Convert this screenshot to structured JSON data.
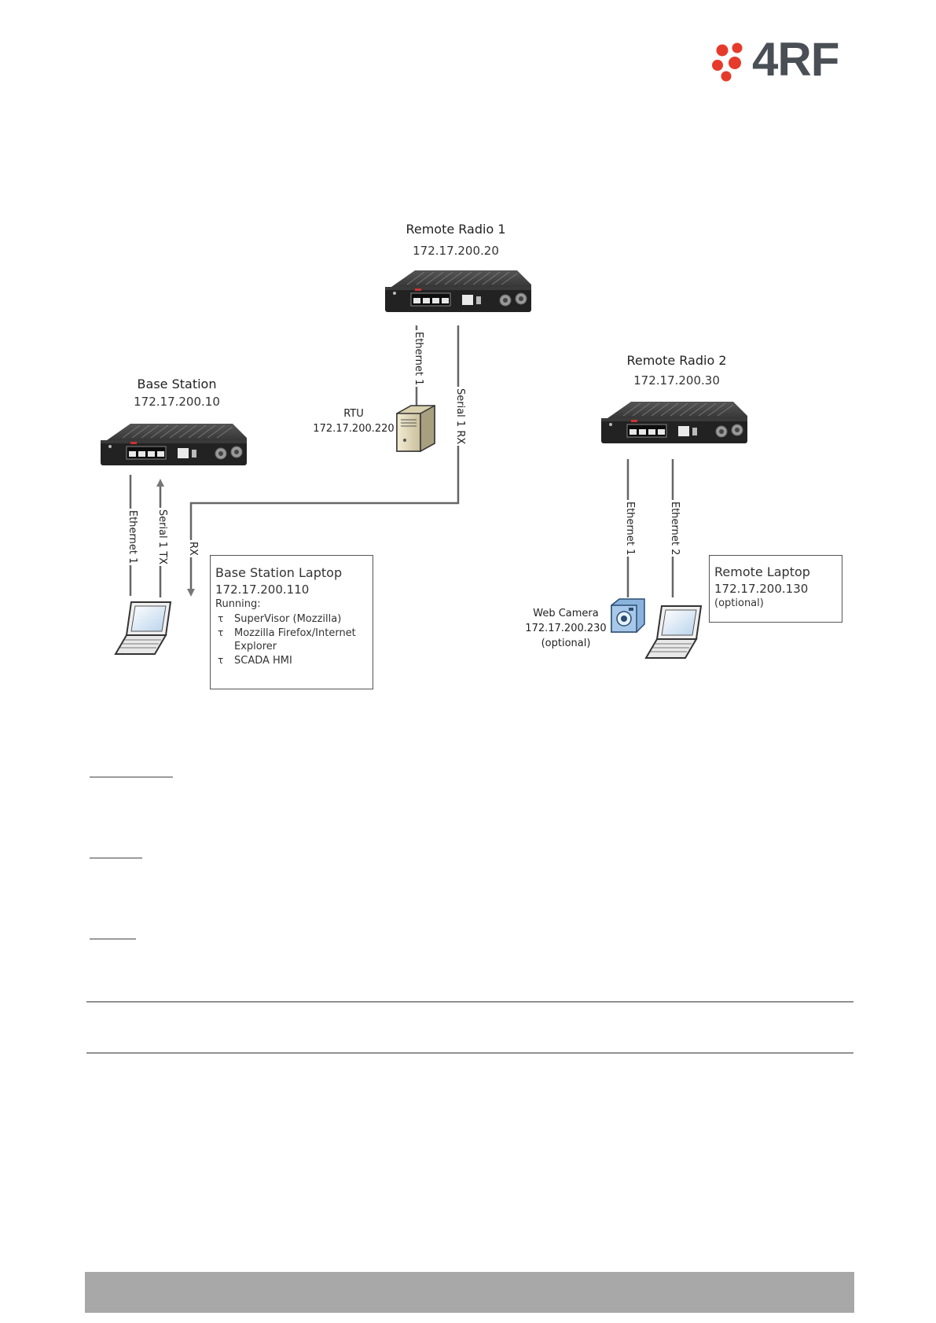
{
  "brand": {
    "logo_text": "4RF",
    "dot_color": "#e63a2b",
    "text_color": "#4a4f55"
  },
  "nodes": {
    "remote_radio_1": {
      "name": "Remote Radio 1",
      "ip": "172.17.200.20"
    },
    "remote_radio_2": {
      "name": "Remote Radio 2",
      "ip": "172.17.200.30"
    },
    "base_station": {
      "name": "Base Station",
      "ip": "172.17.200.10"
    },
    "rtu": {
      "name": "RTU",
      "ip": "172.17.200.220"
    },
    "web_camera": {
      "name": "Web Camera",
      "ip": "172.17.200.230",
      "note": "(optional)"
    }
  },
  "connections": {
    "rr1_ethernet": "Ethernet 1",
    "rr1_serial": "Serial 1 RX",
    "bs_ethernet": "Ethernet 1",
    "bs_serial_tx": "Serial 1 TX",
    "bs_rx": "RX",
    "rr2_ethernet1": "Ethernet 1",
    "rr2_ethernet2": "Ethernet 2"
  },
  "base_laptop": {
    "title": "Base Station Laptop",
    "ip": "172.17.200.110",
    "running_label": "Running:",
    "items": [
      "SuperVisor (Mozzilla)",
      "Mozzilla Firefox/Internet Explorer",
      "SCADA HMI"
    ]
  },
  "remote_laptop": {
    "title": "Remote Laptop",
    "ip": "172.17.200.130",
    "note": "(optional)"
  }
}
